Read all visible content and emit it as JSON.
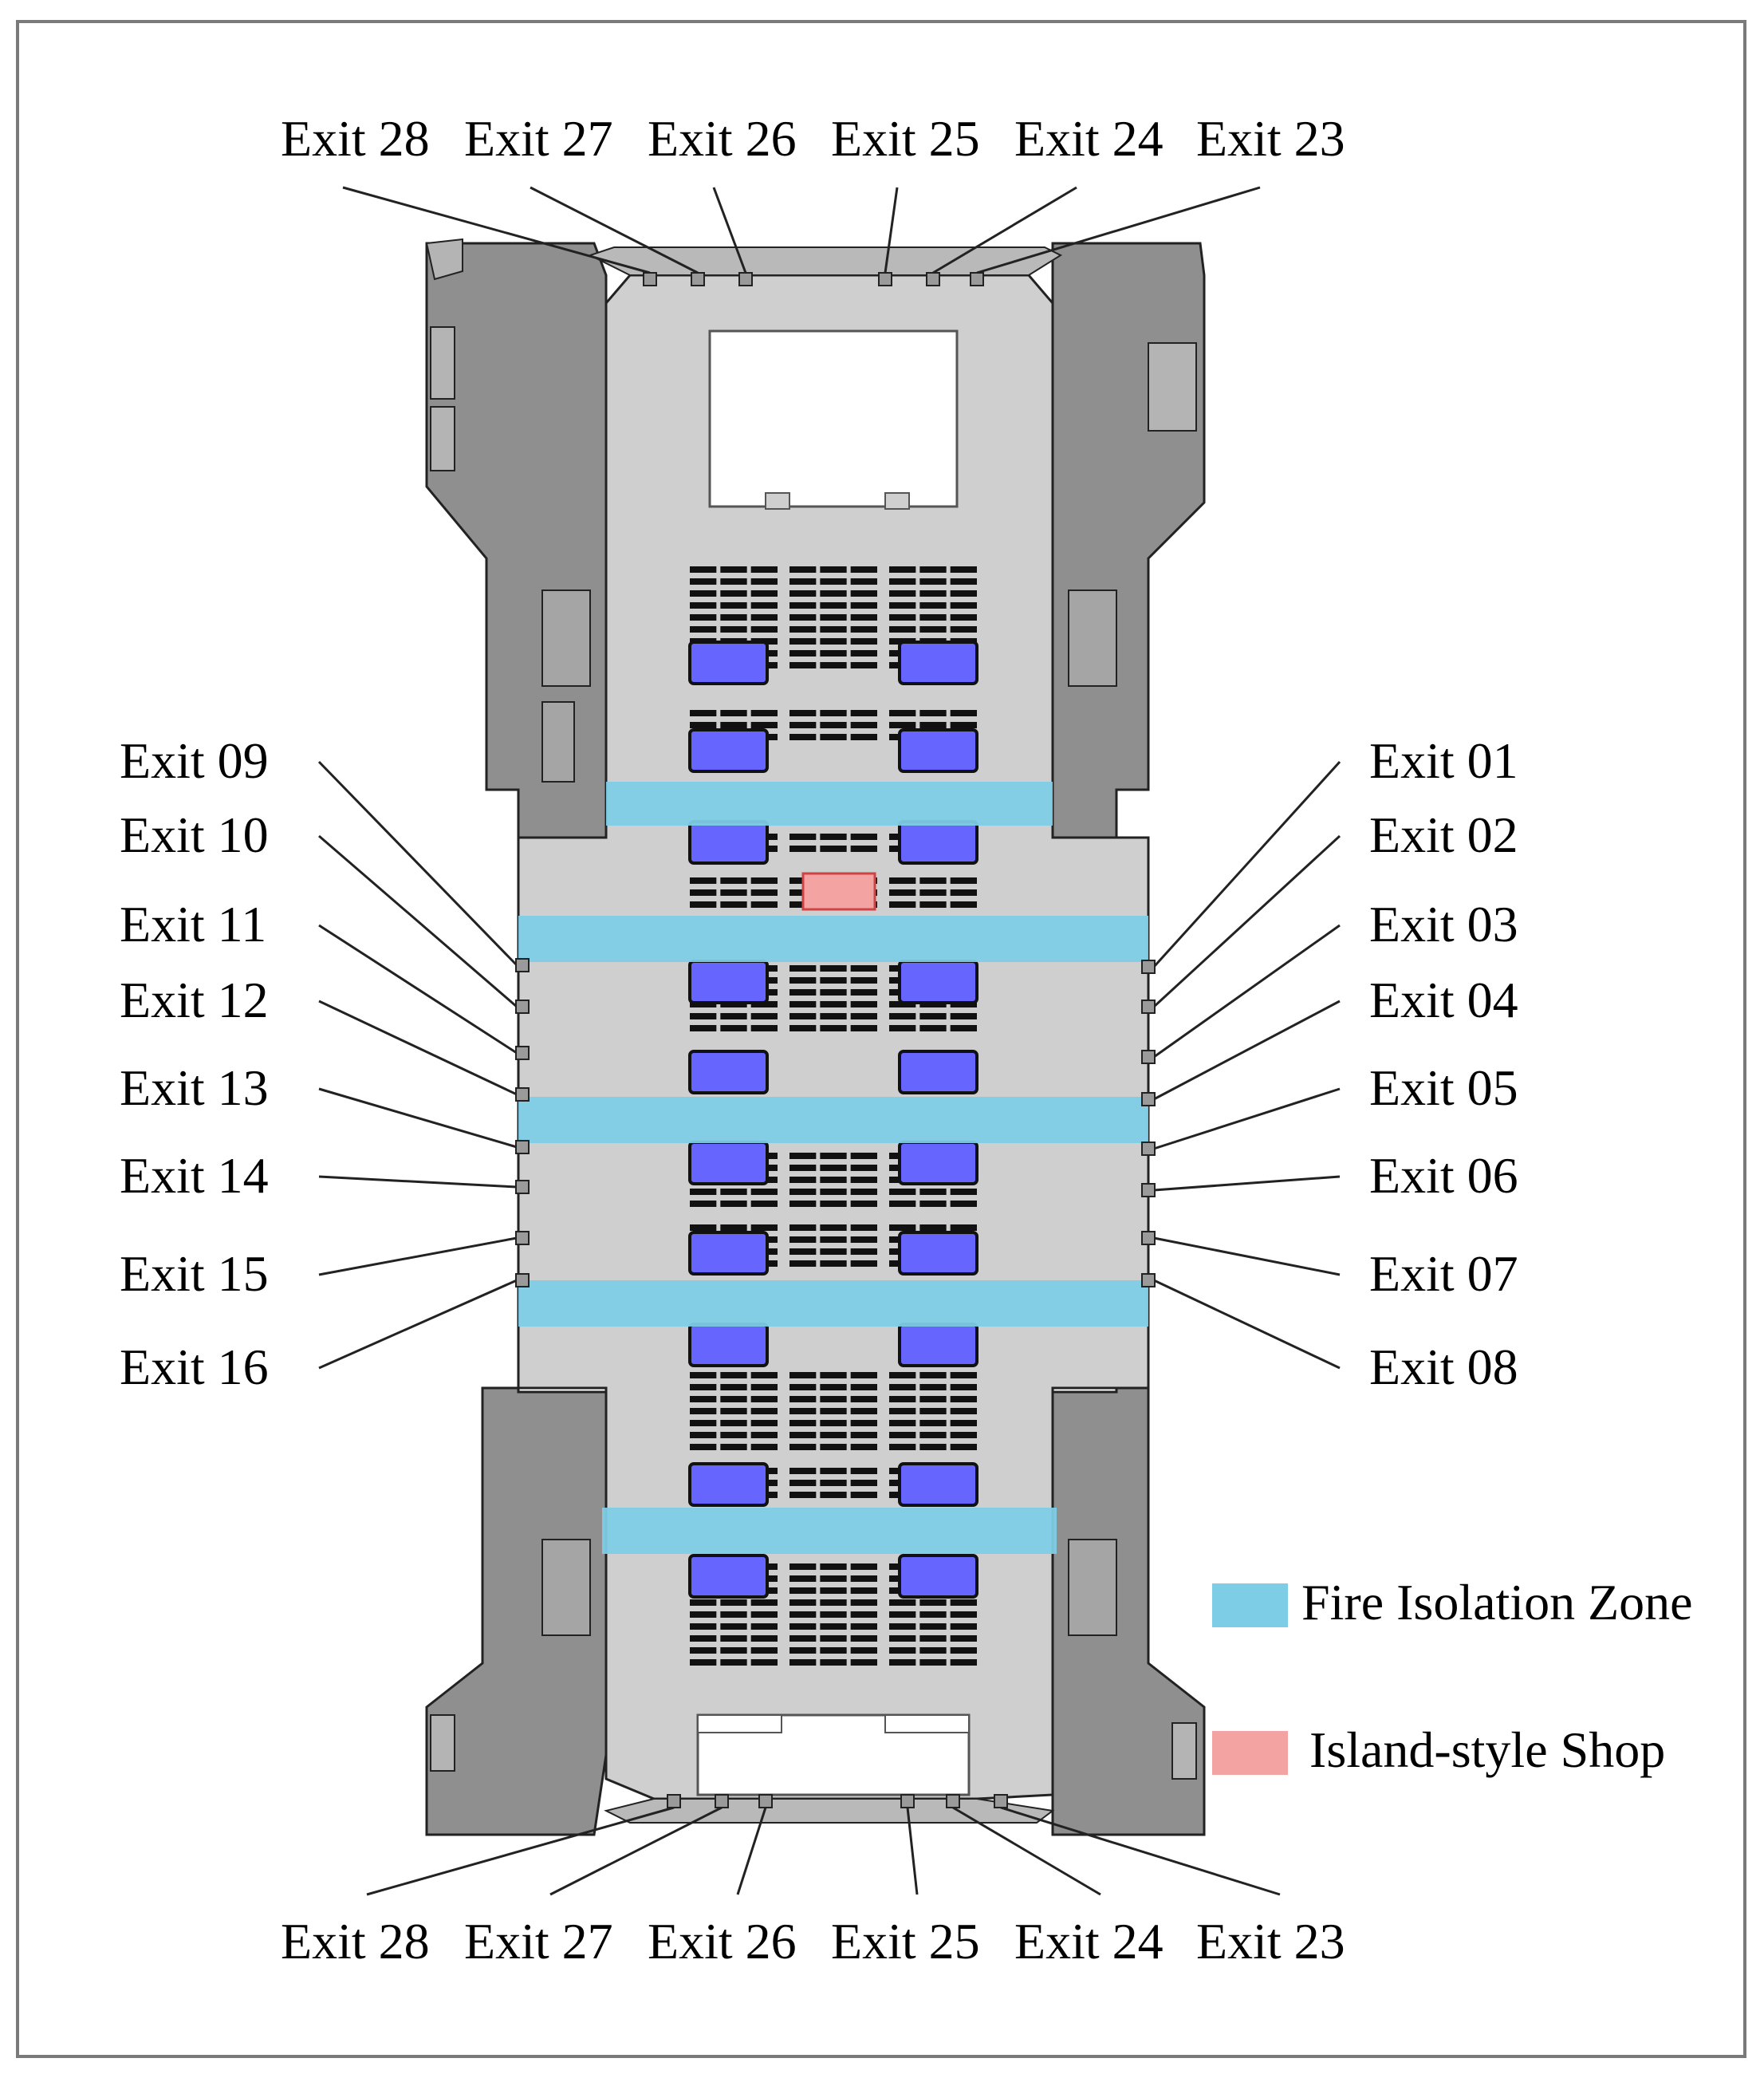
{
  "exits_top": [
    "Exit 28",
    "Exit 27",
    "Exit 26",
    "Exit 25",
    "Exit 24",
    "Exit 23"
  ],
  "exits_bottom": [
    "Exit 28",
    "Exit 27",
    "Exit 26",
    "Exit 25",
    "Exit 24",
    "Exit 23"
  ],
  "exits_left": [
    "Exit 09",
    "Exit 10",
    "Exit 11",
    "Exit 12",
    "Exit 13",
    "Exit 14",
    "Exit 15",
    "Exit 16"
  ],
  "exits_right": [
    "Exit 01",
    "Exit 02",
    "Exit 03",
    "Exit 04",
    "Exit 05",
    "Exit 06",
    "Exit 07",
    "Exit 08"
  ],
  "legend": [
    {
      "label": "Fire Isolation Zone",
      "color": "#7ecde6"
    },
    {
      "label": "Island-style Shop",
      "color": "#f4a3a3"
    }
  ],
  "colors": {
    "floor": "#cfcfcf",
    "wall": "#8f8f8f",
    "wall_light": "#b4b4b4",
    "fire_zone": "#7ecde6",
    "shop": "#f4a3a3",
    "booth": "#6666ff",
    "seat": "#111111"
  }
}
